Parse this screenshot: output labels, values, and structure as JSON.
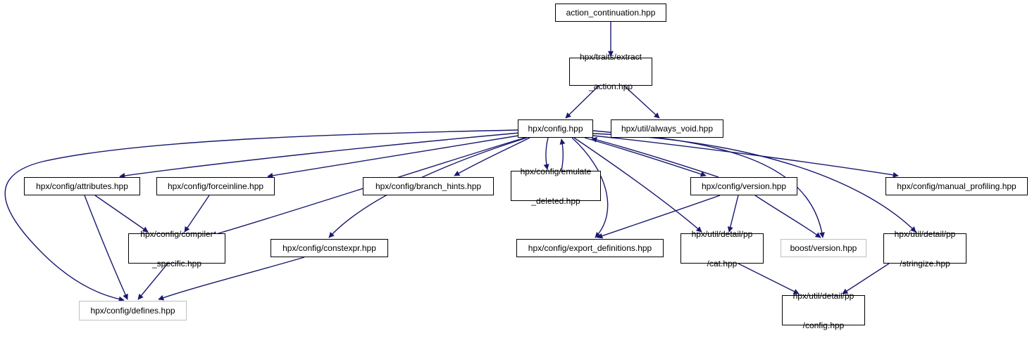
{
  "diagram": {
    "edge_color": "#191970",
    "root_fill": "#bfbfbf",
    "external_border": "#bfbfbf",
    "nodes": [
      {
        "id": "action_continuation",
        "lines": [
          "action_continuation.hpp"
        ],
        "style": "root"
      },
      {
        "id": "extract_action",
        "lines": [
          "hpx/traits/extract",
          "_action.hpp"
        ],
        "style": "normal"
      },
      {
        "id": "config",
        "lines": [
          "hpx/config.hpp"
        ],
        "style": "normal"
      },
      {
        "id": "always_void",
        "lines": [
          "hpx/util/always_void.hpp"
        ],
        "style": "normal"
      },
      {
        "id": "attributes",
        "lines": [
          "hpx/config/attributes.hpp"
        ],
        "style": "normal"
      },
      {
        "id": "forceinline",
        "lines": [
          "hpx/config/forceinline.hpp"
        ],
        "style": "normal"
      },
      {
        "id": "branch_hints",
        "lines": [
          "hpx/config/branch_hints.hpp"
        ],
        "style": "normal"
      },
      {
        "id": "emulate_deleted",
        "lines": [
          "hpx/config/emulate",
          "_deleted.hpp"
        ],
        "style": "normal"
      },
      {
        "id": "version",
        "lines": [
          "hpx/config/version.hpp"
        ],
        "style": "normal"
      },
      {
        "id": "manual_profiling",
        "lines": [
          "hpx/config/manual_profiling.hpp"
        ],
        "style": "normal"
      },
      {
        "id": "compiler_specific",
        "lines": [
          "hpx/config/compiler",
          "_specific.hpp"
        ],
        "style": "normal"
      },
      {
        "id": "constexpr",
        "lines": [
          "hpx/config/constexpr.hpp"
        ],
        "style": "normal"
      },
      {
        "id": "export_definitions",
        "lines": [
          "hpx/config/export_definitions.hpp"
        ],
        "style": "normal"
      },
      {
        "id": "pp_cat",
        "lines": [
          "hpx/util/detail/pp",
          "/cat.hpp"
        ],
        "style": "normal"
      },
      {
        "id": "boost_version",
        "lines": [
          "boost/version.hpp"
        ],
        "style": "external"
      },
      {
        "id": "pp_stringize",
        "lines": [
          "hpx/util/detail/pp",
          "/stringize.hpp"
        ],
        "style": "normal"
      },
      {
        "id": "defines",
        "lines": [
          "hpx/config/defines.hpp"
        ],
        "style": "external"
      },
      {
        "id": "pp_config",
        "lines": [
          "hpx/util/detail/pp",
          "/config.hpp"
        ],
        "style": "normal"
      }
    ],
    "edges": [
      [
        "action_continuation",
        "extract_action"
      ],
      [
        "extract_action",
        "config"
      ],
      [
        "extract_action",
        "always_void"
      ],
      [
        "config",
        "defines"
      ],
      [
        "config",
        "attributes"
      ],
      [
        "config",
        "forceinline"
      ],
      [
        "config",
        "compiler_specific"
      ],
      [
        "config",
        "constexpr"
      ],
      [
        "config",
        "branch_hints"
      ],
      [
        "config",
        "emulate_deleted"
      ],
      [
        "emulate_deleted",
        "config"
      ],
      [
        "config",
        "export_definitions"
      ],
      [
        "config",
        "pp_cat"
      ],
      [
        "config",
        "version"
      ],
      [
        "version",
        "config"
      ],
      [
        "config",
        "boost_version"
      ],
      [
        "config",
        "pp_stringize"
      ],
      [
        "config",
        "manual_profiling"
      ],
      [
        "attributes",
        "compiler_specific"
      ],
      [
        "attributes",
        "defines"
      ],
      [
        "forceinline",
        "compiler_specific"
      ],
      [
        "compiler_specific",
        "defines"
      ],
      [
        "constexpr",
        "defines"
      ],
      [
        "version",
        "export_definitions"
      ],
      [
        "version",
        "pp_cat"
      ],
      [
        "version",
        "boost_version"
      ],
      [
        "pp_cat",
        "pp_config"
      ],
      [
        "pp_stringize",
        "pp_config"
      ]
    ]
  }
}
